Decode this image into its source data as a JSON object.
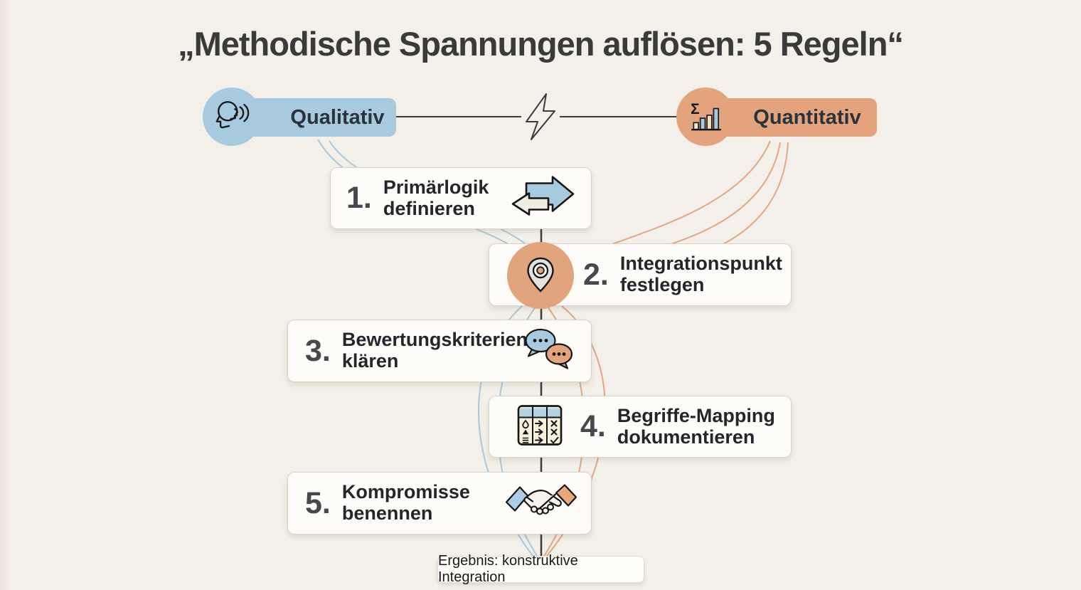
{
  "title": "„Methodische Spannungen auflösen: 5 Regeln“",
  "methods": {
    "left": {
      "label": "Qualitativ",
      "icon": "speaking-head-icon"
    },
    "right": {
      "label": "Quantitativ",
      "icon": "sigma-bar-chart-icon"
    },
    "connector_icon": "lightning-icon"
  },
  "steps": [
    {
      "number": "1.",
      "lines": [
        "Primärlogik",
        "definieren"
      ],
      "icon": "double-arrows-icon"
    },
    {
      "number": "2.",
      "lines": [
        "Integrationspunkt",
        "festlegen"
      ],
      "icon": "location-pin-icon"
    },
    {
      "number": "3.",
      "lines": [
        "Bewertungskriterien",
        "klären"
      ],
      "icon": "speech-bubbles-icon"
    },
    {
      "number": "4.",
      "lines": [
        "Begriffe-Mapping",
        "dokumentieren"
      ],
      "icon": "mapping-table-icon"
    },
    {
      "number": "5.",
      "lines": [
        "Kompromisse",
        "benennen"
      ],
      "icon": "handshake-icon"
    }
  ],
  "result": {
    "label": "Ergebnis: konstruktive Integration"
  },
  "colors": {
    "background": "#f3f0e9",
    "qualitative_blue": "#a8cade",
    "quantitative_orange": "#e3a47d",
    "card_white": "#fdfcf8",
    "line_dark": "#3a3a3a",
    "curve_blue": "#a4c4d9",
    "curve_orange": "#dc9b72",
    "text_dark": "#23262b"
  }
}
